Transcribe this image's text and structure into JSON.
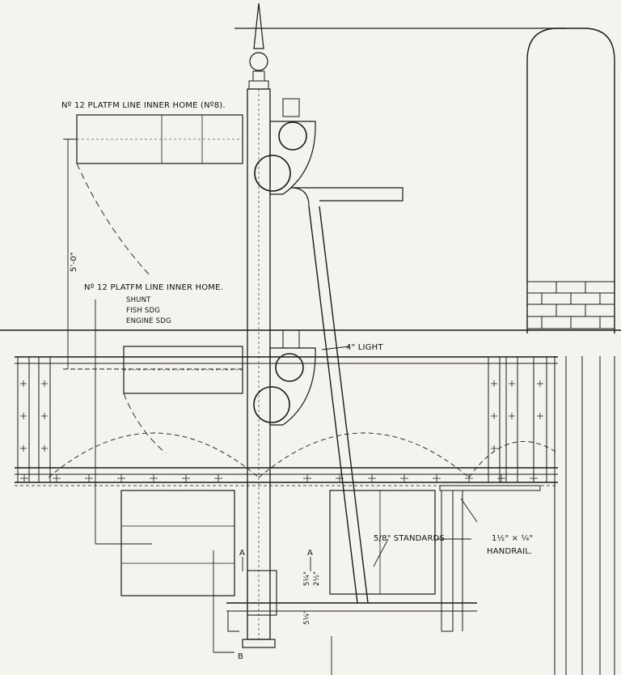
{
  "labels": {
    "upper_signal": "Nº 12 PLATFM LINE INNER HOME (Nº8).",
    "lower_signal": "Nº 12 PLATFM LINE INNER HOME.",
    "route_1": "SHUNT",
    "route_2": "FISH SDG",
    "route_3": "ENGINE SDG",
    "dimension_vertical": "5'-0\"",
    "light": "4\" LIGHT",
    "standards": "5/8\" STANDARDS",
    "handrail_size": "1½\" × ¼\"",
    "handrail": "HANDRAIL.",
    "section_a": "A",
    "section_b": "B",
    "dim_a": "5¼\"",
    "dim_b": "2½\"",
    "dim_c": "5¼\""
  }
}
